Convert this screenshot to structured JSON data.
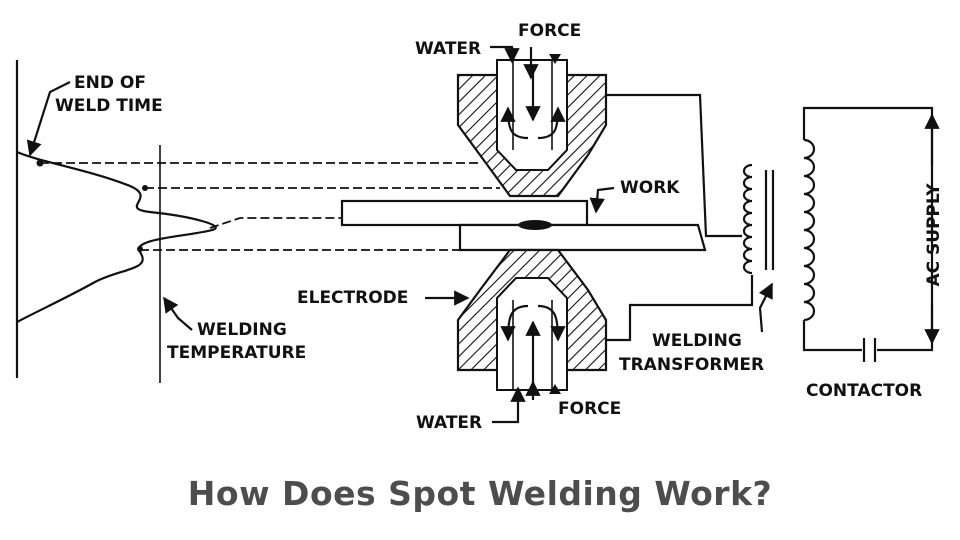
{
  "labels": {
    "water_top": "WATER",
    "force_top": "FORCE",
    "end_of": "END OF",
    "weld_time": "WELD TIME",
    "work": "WORK",
    "ac_supply": "AC SUPPLY",
    "electrode": "ELECTRODE",
    "welding": "WELDING",
    "temperature": "TEMPERATURE",
    "welding_t": "WELDING",
    "transformer": "TRANSFORMER",
    "contactor": "CONTACTOR",
    "water_bottom": "WATER",
    "force_bottom": "FORCE"
  },
  "title": "How Does Spot Welding Work?"
}
